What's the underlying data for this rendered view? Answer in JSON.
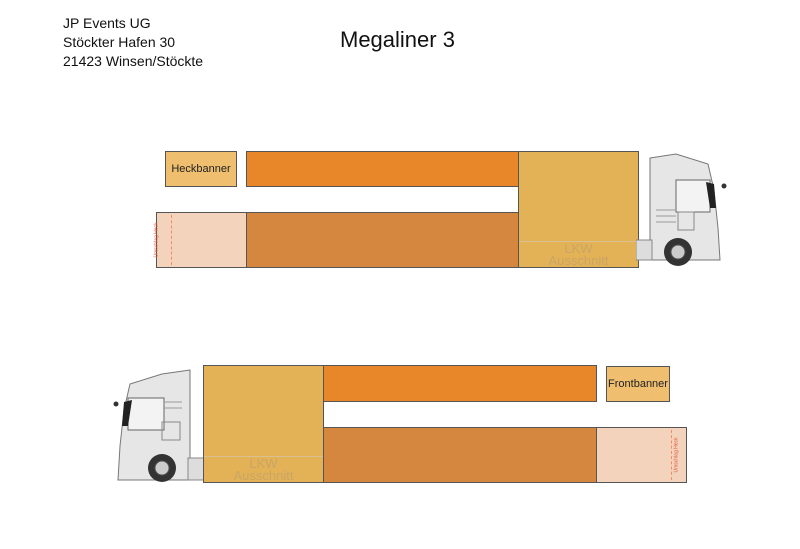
{
  "address": {
    "line1": "JP Events UG",
    "line2": "Stöckter Hafen 30",
    "line3": "21423 Winsen/Stöckte"
  },
  "title": "Megaliner 3",
  "top_view": {
    "banner": "Heckbanner",
    "umschlag": "Umschlag Heck",
    "cab_label_1": "LKW",
    "cab_label_2": "Ausschnitt"
  },
  "bottom_view": {
    "banner": "Frontbanner",
    "umschlag": "Umschlag Heck",
    "cab_label_1": "LKW",
    "cab_label_2": "Ausschnitt"
  },
  "colors": {
    "upper_bar": "#e8862a",
    "lower_bar": "#d6873f",
    "cab_area": "#e3b256",
    "banner": "#efbf6f",
    "umschlag": "#f4d3bc"
  }
}
